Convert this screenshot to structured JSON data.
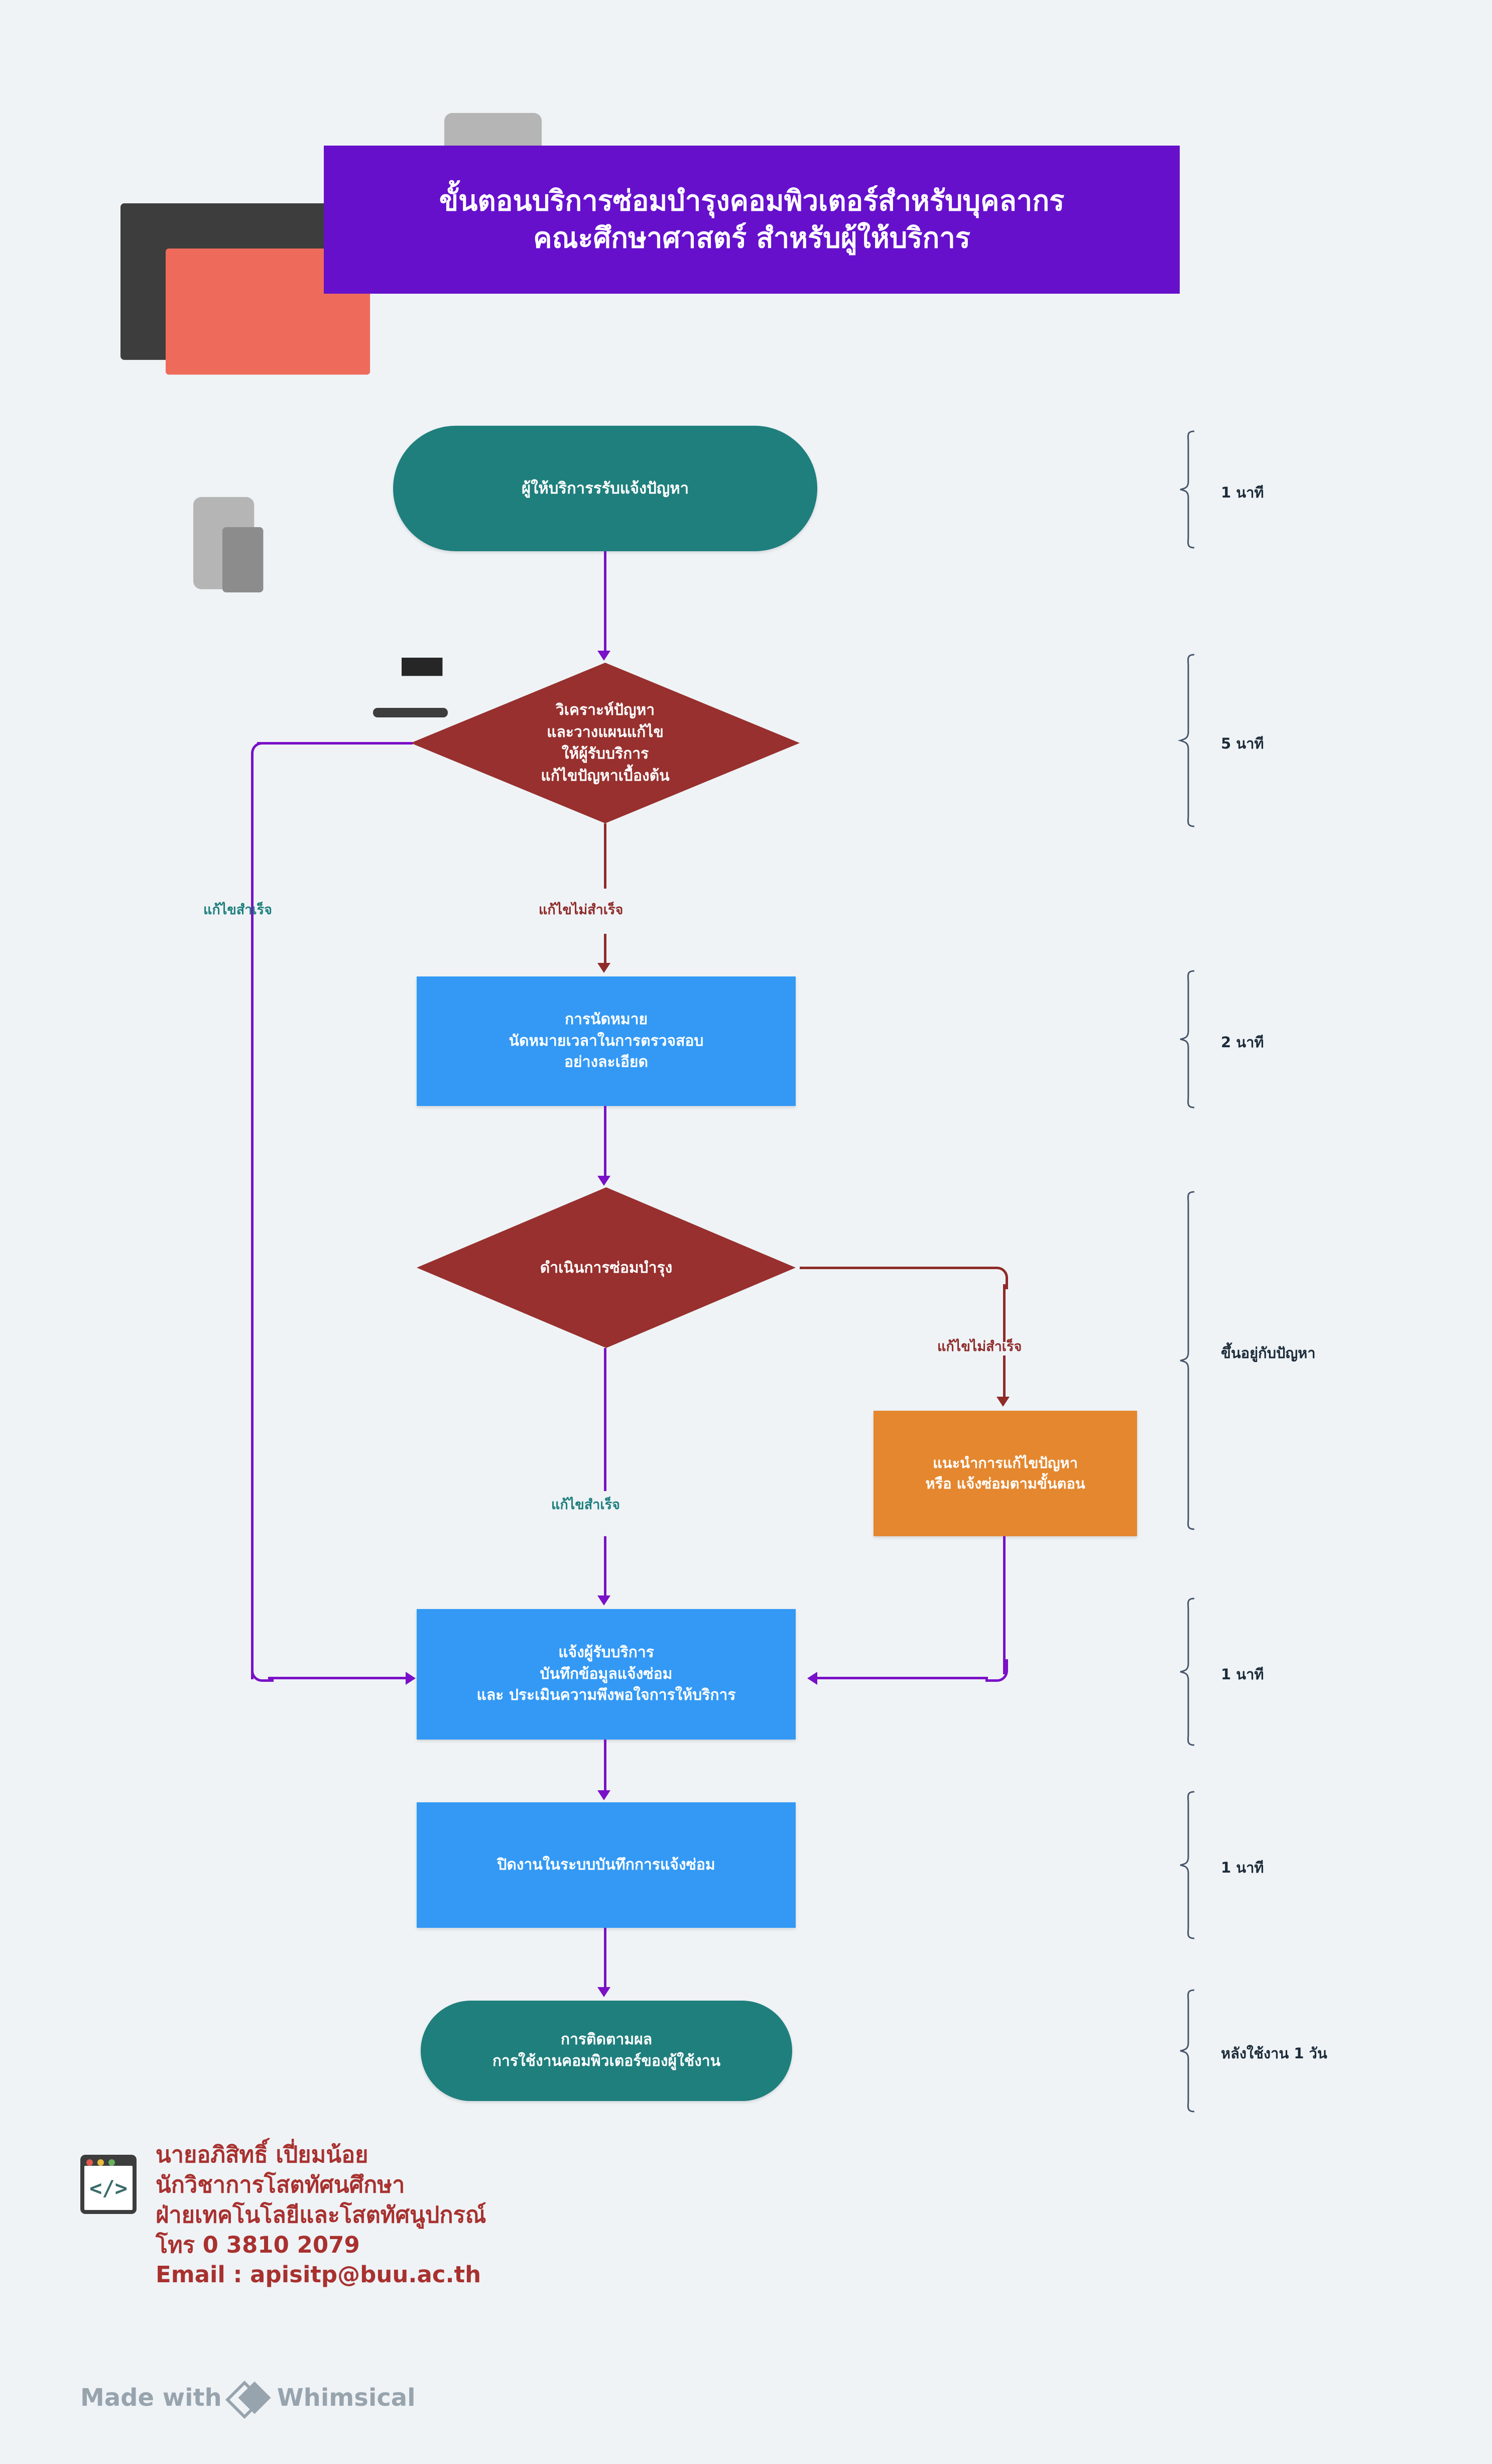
{
  "header": {
    "title_line1": "ขั้นตอนบริการซ่อมบำรุงคอมพิวเตอร์สำหรับบุคลากร",
    "title_line2": "คณะศึกษาศาสตร์ สำหรับผู้ให้บริการ",
    "banner_color": "#6610cc",
    "icon": "computer-devices-icon"
  },
  "background_color": "#eff3f6",
  "nodes": [
    {
      "id": "start",
      "shape": "pill",
      "color": "#1f7f7d",
      "lines": [
        "ผู้ให้บริการรรับแจ้งปัญหา"
      ]
    },
    {
      "id": "analyze",
      "shape": "diamond",
      "color": "#97302e",
      "lines": [
        "วิเคราะห์ปัญหา",
        "และวางแผนแก้ไข",
        "ให้ผู้รับบริการ",
        "แก้ไขปัญหาเบื้องต้น"
      ]
    },
    {
      "id": "appointment",
      "shape": "rect",
      "color": "#3399f5",
      "lines": [
        "การนัดหมาย",
        "นัดหมายเวลาในการตรวจสอบ",
        "อย่างละเอียด"
      ]
    },
    {
      "id": "repair",
      "shape": "diamond",
      "color": "#97302e",
      "lines": [
        "ดำเนินการซ่อมบำรุง"
      ]
    },
    {
      "id": "advise",
      "shape": "rect",
      "color": "#e5872f",
      "lines": [
        "แนะนำการแก้ไขปัญหา",
        "หรือ แจ้งซ่อมตามขั้นตอน"
      ]
    },
    {
      "id": "notify",
      "shape": "rect",
      "color": "#3399f5",
      "lines": [
        "แจ้งผู้รับบริการ",
        "บันทึกข้อมูลแจ้งซ่อม",
        "และ ประเมินความพึงพอใจการให้บริการ"
      ]
    },
    {
      "id": "close",
      "shape": "rect",
      "color": "#3399f5",
      "lines": [
        "ปิดงานในระบบบันทึกการแจ้งซ่อม"
      ]
    },
    {
      "id": "followup",
      "shape": "pill",
      "color": "#1f7f7d",
      "lines": [
        "การติดตามผล",
        "การใช้งานคอมพิวเตอร์ของผู้ใช้งาน"
      ]
    }
  ],
  "edge_labels": {
    "analyze_success": "แก้ไขสำเร็จ",
    "analyze_fail": "แก้ไขไม่สำเร็จ",
    "repair_fail": "แก้ไขไม่สำเร็จ",
    "repair_success": "แก้ไขสำเร็จ",
    "success_color": "#1f7f7d",
    "fail_color": "#8f2b29"
  },
  "time_annotations": [
    {
      "label": "1 นาที"
    },
    {
      "label": "5 นาที"
    },
    {
      "label": "2 นาที"
    },
    {
      "label": "ขึ้นอยู่กับปัญหา"
    },
    {
      "label": "1 นาที"
    },
    {
      "label": "1 นาที"
    },
    {
      "label": "หลังใช้งาน 1 วัน"
    }
  ],
  "footer": {
    "name": "นายอภิสิทธิ์ เปี่ยมน้อย",
    "position": "นักวิชาการโสตทัศนศึกษา",
    "department": "ฝ่ายเทคโนโลยีและโสตทัศนูปกรณ์",
    "phone": "โทร 0 3810 2079",
    "email": "Email : apisitp@buu.ac.th",
    "text_color": "#a8312f",
    "icon": "code-window-icon",
    "icon_glyph": "</>"
  },
  "badge": {
    "made_with": "Made with",
    "brand": "Whimsical"
  }
}
